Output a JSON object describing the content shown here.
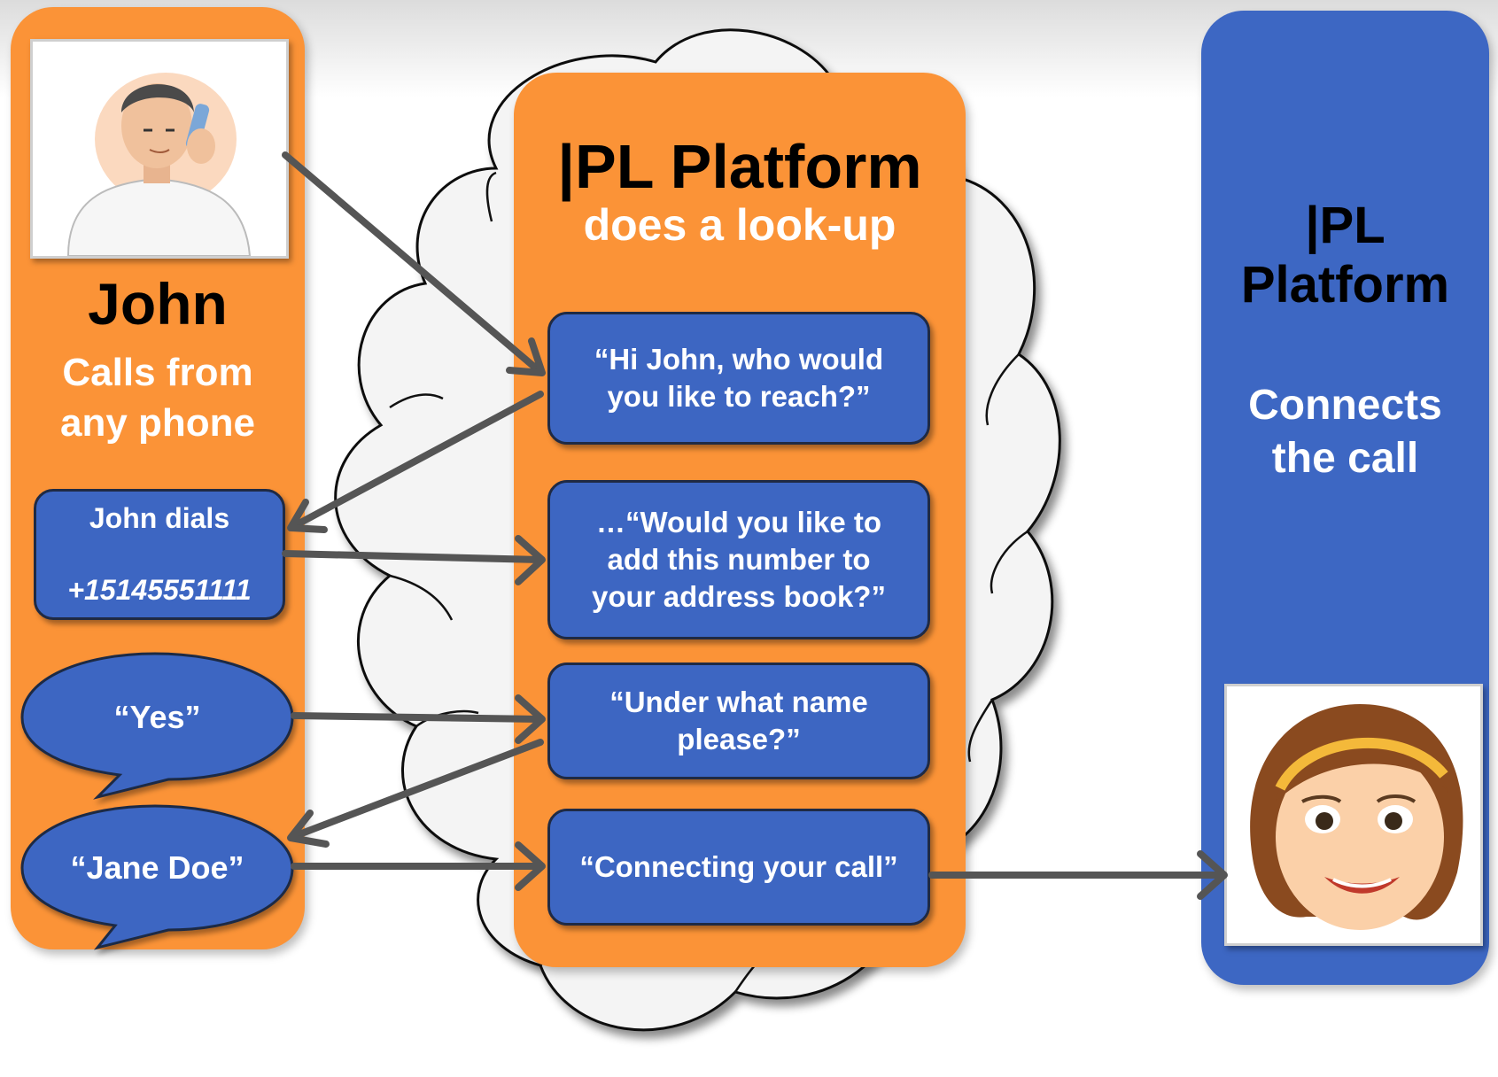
{
  "john_panel": {
    "name": "John",
    "subtitle": "Calls from\nany phone",
    "dial_box": {
      "line1": "John dials",
      "line2": "+15145551111"
    },
    "bubble_yes": "“Yes”",
    "bubble_jane": "“Jane Doe”"
  },
  "platform_panel": {
    "title": "|PL Platform",
    "subtitle": "does a look-up",
    "prompts": [
      "“Hi John, who would\nyou like to reach?”",
      "…“Would you like to\nadd this number to\nyour address book?”",
      "“Under what name\nplease?”",
      "“Connecting your call”"
    ]
  },
  "right_panel": {
    "title": "|PL\nPlatform",
    "subtitle": "Connects\nthe call"
  },
  "colors": {
    "orange": "#fb9337",
    "blue": "#3d66c2",
    "arrow": "#555555"
  },
  "icons": [
    "man-on-phone-icon",
    "woman-avatar-icon",
    "cloud-icon"
  ]
}
